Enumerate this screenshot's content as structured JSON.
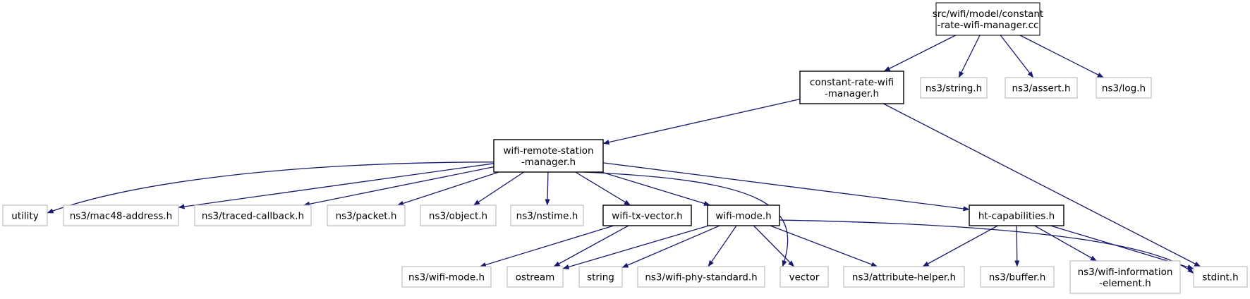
{
  "colors": {
    "edge": "#191970",
    "root_fill": "#bfbfbf",
    "main_border": "#000000",
    "ext_border": "#bfbfbf"
  },
  "nodes": {
    "root": {
      "lines": [
        "src/wifi/model/constant",
        "-rate-wifi-manager.cc"
      ],
      "kind": "root"
    },
    "crwm": {
      "lines": [
        "constant-rate-wifi",
        "-manager.h"
      ],
      "kind": "main"
    },
    "ns3_string": {
      "lines": [
        "ns3/string.h"
      ],
      "kind": "ext"
    },
    "ns3_assert": {
      "lines": [
        "ns3/assert.h"
      ],
      "kind": "ext"
    },
    "ns3_log": {
      "lines": [
        "ns3/log.h"
      ],
      "kind": "ext"
    },
    "wrsm": {
      "lines": [
        "wifi-remote-station",
        "-manager.h"
      ],
      "kind": "main"
    },
    "utility": {
      "lines": [
        "utility"
      ],
      "kind": "ext"
    },
    "mac48": {
      "lines": [
        "ns3/mac48-address.h"
      ],
      "kind": "ext"
    },
    "traced": {
      "lines": [
        "ns3/traced-callback.h"
      ],
      "kind": "ext"
    },
    "packet": {
      "lines": [
        "ns3/packet.h"
      ],
      "kind": "ext"
    },
    "object": {
      "lines": [
        "ns3/object.h"
      ],
      "kind": "ext"
    },
    "nstime": {
      "lines": [
        "ns3/nstime.h"
      ],
      "kind": "ext"
    },
    "wtxv": {
      "lines": [
        "wifi-tx-vector.h"
      ],
      "kind": "main"
    },
    "wmode": {
      "lines": [
        "wifi-mode.h"
      ],
      "kind": "main"
    },
    "htcap": {
      "lines": [
        "ht-capabilities.h"
      ],
      "kind": "main"
    },
    "ns3_wifimode": {
      "lines": [
        "ns3/wifi-mode.h"
      ],
      "kind": "ext"
    },
    "ostream": {
      "lines": [
        "ostream"
      ],
      "kind": "ext"
    },
    "string": {
      "lines": [
        "string"
      ],
      "kind": "ext"
    },
    "phystd": {
      "lines": [
        "ns3/wifi-phy-standard.h"
      ],
      "kind": "ext"
    },
    "vector": {
      "lines": [
        "vector"
      ],
      "kind": "ext"
    },
    "attr": {
      "lines": [
        "ns3/attribute-helper.h"
      ],
      "kind": "ext"
    },
    "buffer": {
      "lines": [
        "ns3/buffer.h"
      ],
      "kind": "ext"
    },
    "wifiinfo": {
      "lines": [
        "ns3/wifi-information",
        "-element.h"
      ],
      "kind": "ext"
    },
    "stdint": {
      "lines": [
        "stdint.h"
      ],
      "kind": "ext"
    }
  },
  "edges": [
    [
      "root",
      "crwm"
    ],
    [
      "root",
      "ns3_string"
    ],
    [
      "root",
      "ns3_assert"
    ],
    [
      "root",
      "ns3_log"
    ],
    [
      "crwm",
      "wrsm"
    ],
    [
      "crwm",
      "stdint"
    ],
    [
      "wrsm",
      "utility"
    ],
    [
      "wrsm",
      "mac48"
    ],
    [
      "wrsm",
      "traced"
    ],
    [
      "wrsm",
      "packet"
    ],
    [
      "wrsm",
      "object"
    ],
    [
      "wrsm",
      "nstime"
    ],
    [
      "wrsm",
      "wtxv"
    ],
    [
      "wrsm",
      "wmode"
    ],
    [
      "wrsm",
      "vector"
    ],
    [
      "wrsm",
      "htcap"
    ],
    [
      "wtxv",
      "ns3_wifimode"
    ],
    [
      "wtxv",
      "ostream"
    ],
    [
      "wmode",
      "ostream"
    ],
    [
      "wmode",
      "string"
    ],
    [
      "wmode",
      "phystd"
    ],
    [
      "wmode",
      "vector"
    ],
    [
      "wmode",
      "attr"
    ],
    [
      "wmode",
      "stdint"
    ],
    [
      "htcap",
      "attr"
    ],
    [
      "htcap",
      "buffer"
    ],
    [
      "htcap",
      "wifiinfo"
    ],
    [
      "htcap",
      "stdint"
    ]
  ]
}
